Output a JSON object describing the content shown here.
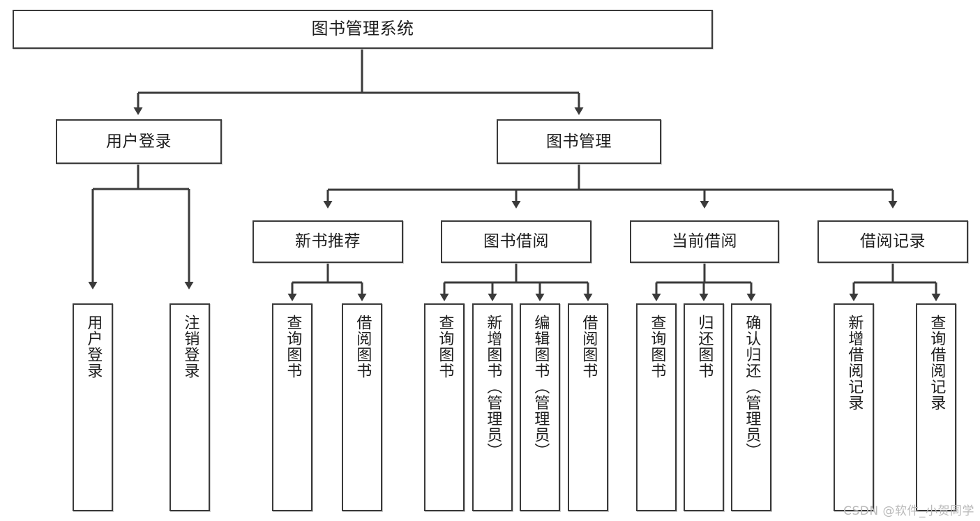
{
  "diagram": {
    "type": "tree",
    "title": "图书管理系统",
    "watermark": "CSDN @软件_小贺同学",
    "colors": {
      "box_border": "#3a3a3a",
      "box_fill": "#ffffff",
      "edge": "#3a3a3a",
      "text": "#1d1d1d",
      "watermark": "#b9b9b9",
      "background": "#ffffff"
    },
    "levels": [
      {
        "level": 1,
        "nodes": [
          {
            "id": "root",
            "label": "图书管理系统",
            "orientation": "horizontal"
          }
        ]
      },
      {
        "level": 2,
        "nodes": [
          {
            "id": "user-login",
            "label": "用户登录",
            "orientation": "horizontal",
            "parent": "root"
          },
          {
            "id": "book-manage",
            "label": "图书管理",
            "orientation": "horizontal",
            "parent": "root"
          }
        ]
      },
      {
        "level": 3,
        "nodes": [
          {
            "id": "new-book-rec",
            "label": "新书推荐",
            "orientation": "horizontal",
            "parent": "book-manage"
          },
          {
            "id": "book-borrow",
            "label": "图书借阅",
            "orientation": "horizontal",
            "parent": "book-manage"
          },
          {
            "id": "current-borrow",
            "label": "当前借阅",
            "orientation": "horizontal",
            "parent": "book-manage"
          },
          {
            "id": "borrow-record",
            "label": "借阅记录",
            "orientation": "horizontal",
            "parent": "book-manage"
          }
        ]
      },
      {
        "level": 4,
        "nodes": [
          {
            "id": "leaf-1",
            "label": "用户登录",
            "orientation": "vertical",
            "parent": "user-login"
          },
          {
            "id": "leaf-2",
            "label": "注销登录",
            "orientation": "vertical",
            "parent": "user-login"
          },
          {
            "id": "leaf-3",
            "label": "查询图书",
            "orientation": "vertical",
            "parent": "new-book-rec"
          },
          {
            "id": "leaf-4",
            "label": "借阅图书",
            "orientation": "vertical",
            "parent": "new-book-rec"
          },
          {
            "id": "leaf-5",
            "label": "查询图书",
            "orientation": "vertical",
            "parent": "book-borrow"
          },
          {
            "id": "leaf-6",
            "label": "新增图书（管理员）",
            "orientation": "vertical",
            "parent": "book-borrow"
          },
          {
            "id": "leaf-7",
            "label": "编辑图书（管理员）",
            "orientation": "vertical",
            "parent": "book-borrow"
          },
          {
            "id": "leaf-8",
            "label": "借阅图书",
            "orientation": "vertical",
            "parent": "book-borrow"
          },
          {
            "id": "leaf-9",
            "label": "查询图书",
            "orientation": "vertical",
            "parent": "current-borrow"
          },
          {
            "id": "leaf-10",
            "label": "归还图书",
            "orientation": "vertical",
            "parent": "current-borrow"
          },
          {
            "id": "leaf-11",
            "label": "确认归还（管理员）",
            "orientation": "vertical",
            "parent": "current-borrow"
          },
          {
            "id": "leaf-12",
            "label": "新增借阅记录",
            "orientation": "vertical",
            "parent": "borrow-record"
          },
          {
            "id": "leaf-13",
            "label": "查询借阅记录",
            "orientation": "vertical",
            "parent": "borrow-record"
          }
        ]
      }
    ]
  }
}
